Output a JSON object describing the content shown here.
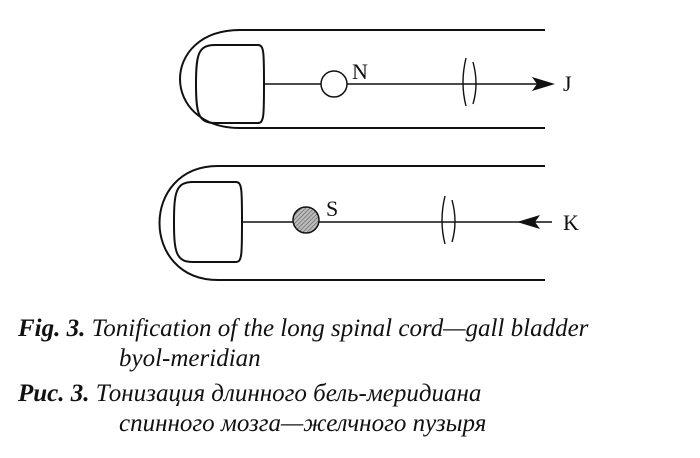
{
  "diagram": {
    "top_panel": {
      "point_label": "N",
      "arrow_label": "J",
      "point_style": "open"
    },
    "bottom_panel": {
      "point_label": "S",
      "arrow_label": "K",
      "point_style": "hatched"
    }
  },
  "captions": {
    "english": {
      "number": "Fig. 3.",
      "line1": "Tonification of the long spinal cord—gall bladder",
      "line2": "byol-meridian"
    },
    "russian": {
      "number": "Рис. 3.",
      "line1": "Тонизация длинного бель-меридиана",
      "line2": "спинного мозга—желчного пузыря"
    }
  }
}
